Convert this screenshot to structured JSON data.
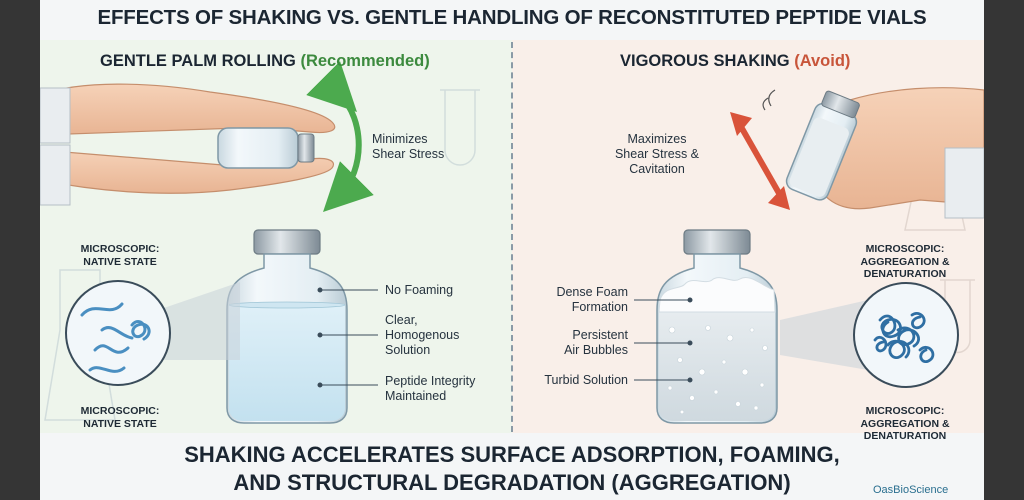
{
  "title": "EFFECTS OF SHAKING VS. GENTLE HANDLING OF RECONSTITUTED PEPTIDE VIALS",
  "left": {
    "heading": "GENTLE PALM ROLLING",
    "tag": "(Recommended)",
    "motion_label": [
      "Minimizes",
      "Shear Stress"
    ],
    "micro_top": [
      "MICROSCOPIC:",
      "NATIVE STATE"
    ],
    "micro_bottom": [
      "MICROSCOPIC:",
      "NATIVE STATE"
    ],
    "callouts": [
      {
        "lines": [
          "No Foaming"
        ]
      },
      {
        "lines": [
          "Clear,",
          "Homogenous",
          "Solution"
        ]
      },
      {
        "lines": [
          "Peptide Integrity",
          "Maintained"
        ]
      }
    ]
  },
  "right": {
    "heading": "VIGOROUS SHAKING",
    "tag": "(Avoid)",
    "motion_label": [
      "Maximizes",
      "Shear Stress &",
      "Cavitation"
    ],
    "micro_top": [
      "MICROSCOPIC:",
      "AGGREGATION &",
      "DENATURATION"
    ],
    "micro_bottom": [
      "MICROSCOPIC:",
      "AGGREGATION &",
      "DENATURATION"
    ],
    "callouts": [
      {
        "lines": [
          "Dense Foam",
          "Formation"
        ]
      },
      {
        "lines": [
          "Persistent",
          "Air Bubbles"
        ]
      },
      {
        "lines": [
          "Turbid Solution"
        ]
      }
    ]
  },
  "bottom": [
    "SHAKING ACCELERATES SURFACE ADSORPTION, FOAMING,",
    "AND STRUCTURAL DEGRADATION (AGGREGATION)"
  ],
  "logo": "OasBioScience",
  "colors": {
    "recommended": "#3c8a3e",
    "avoid": "#c8553a",
    "left_panel": "#eef5ec",
    "right_panel": "#f9efe9",
    "text": "#1b2632"
  }
}
